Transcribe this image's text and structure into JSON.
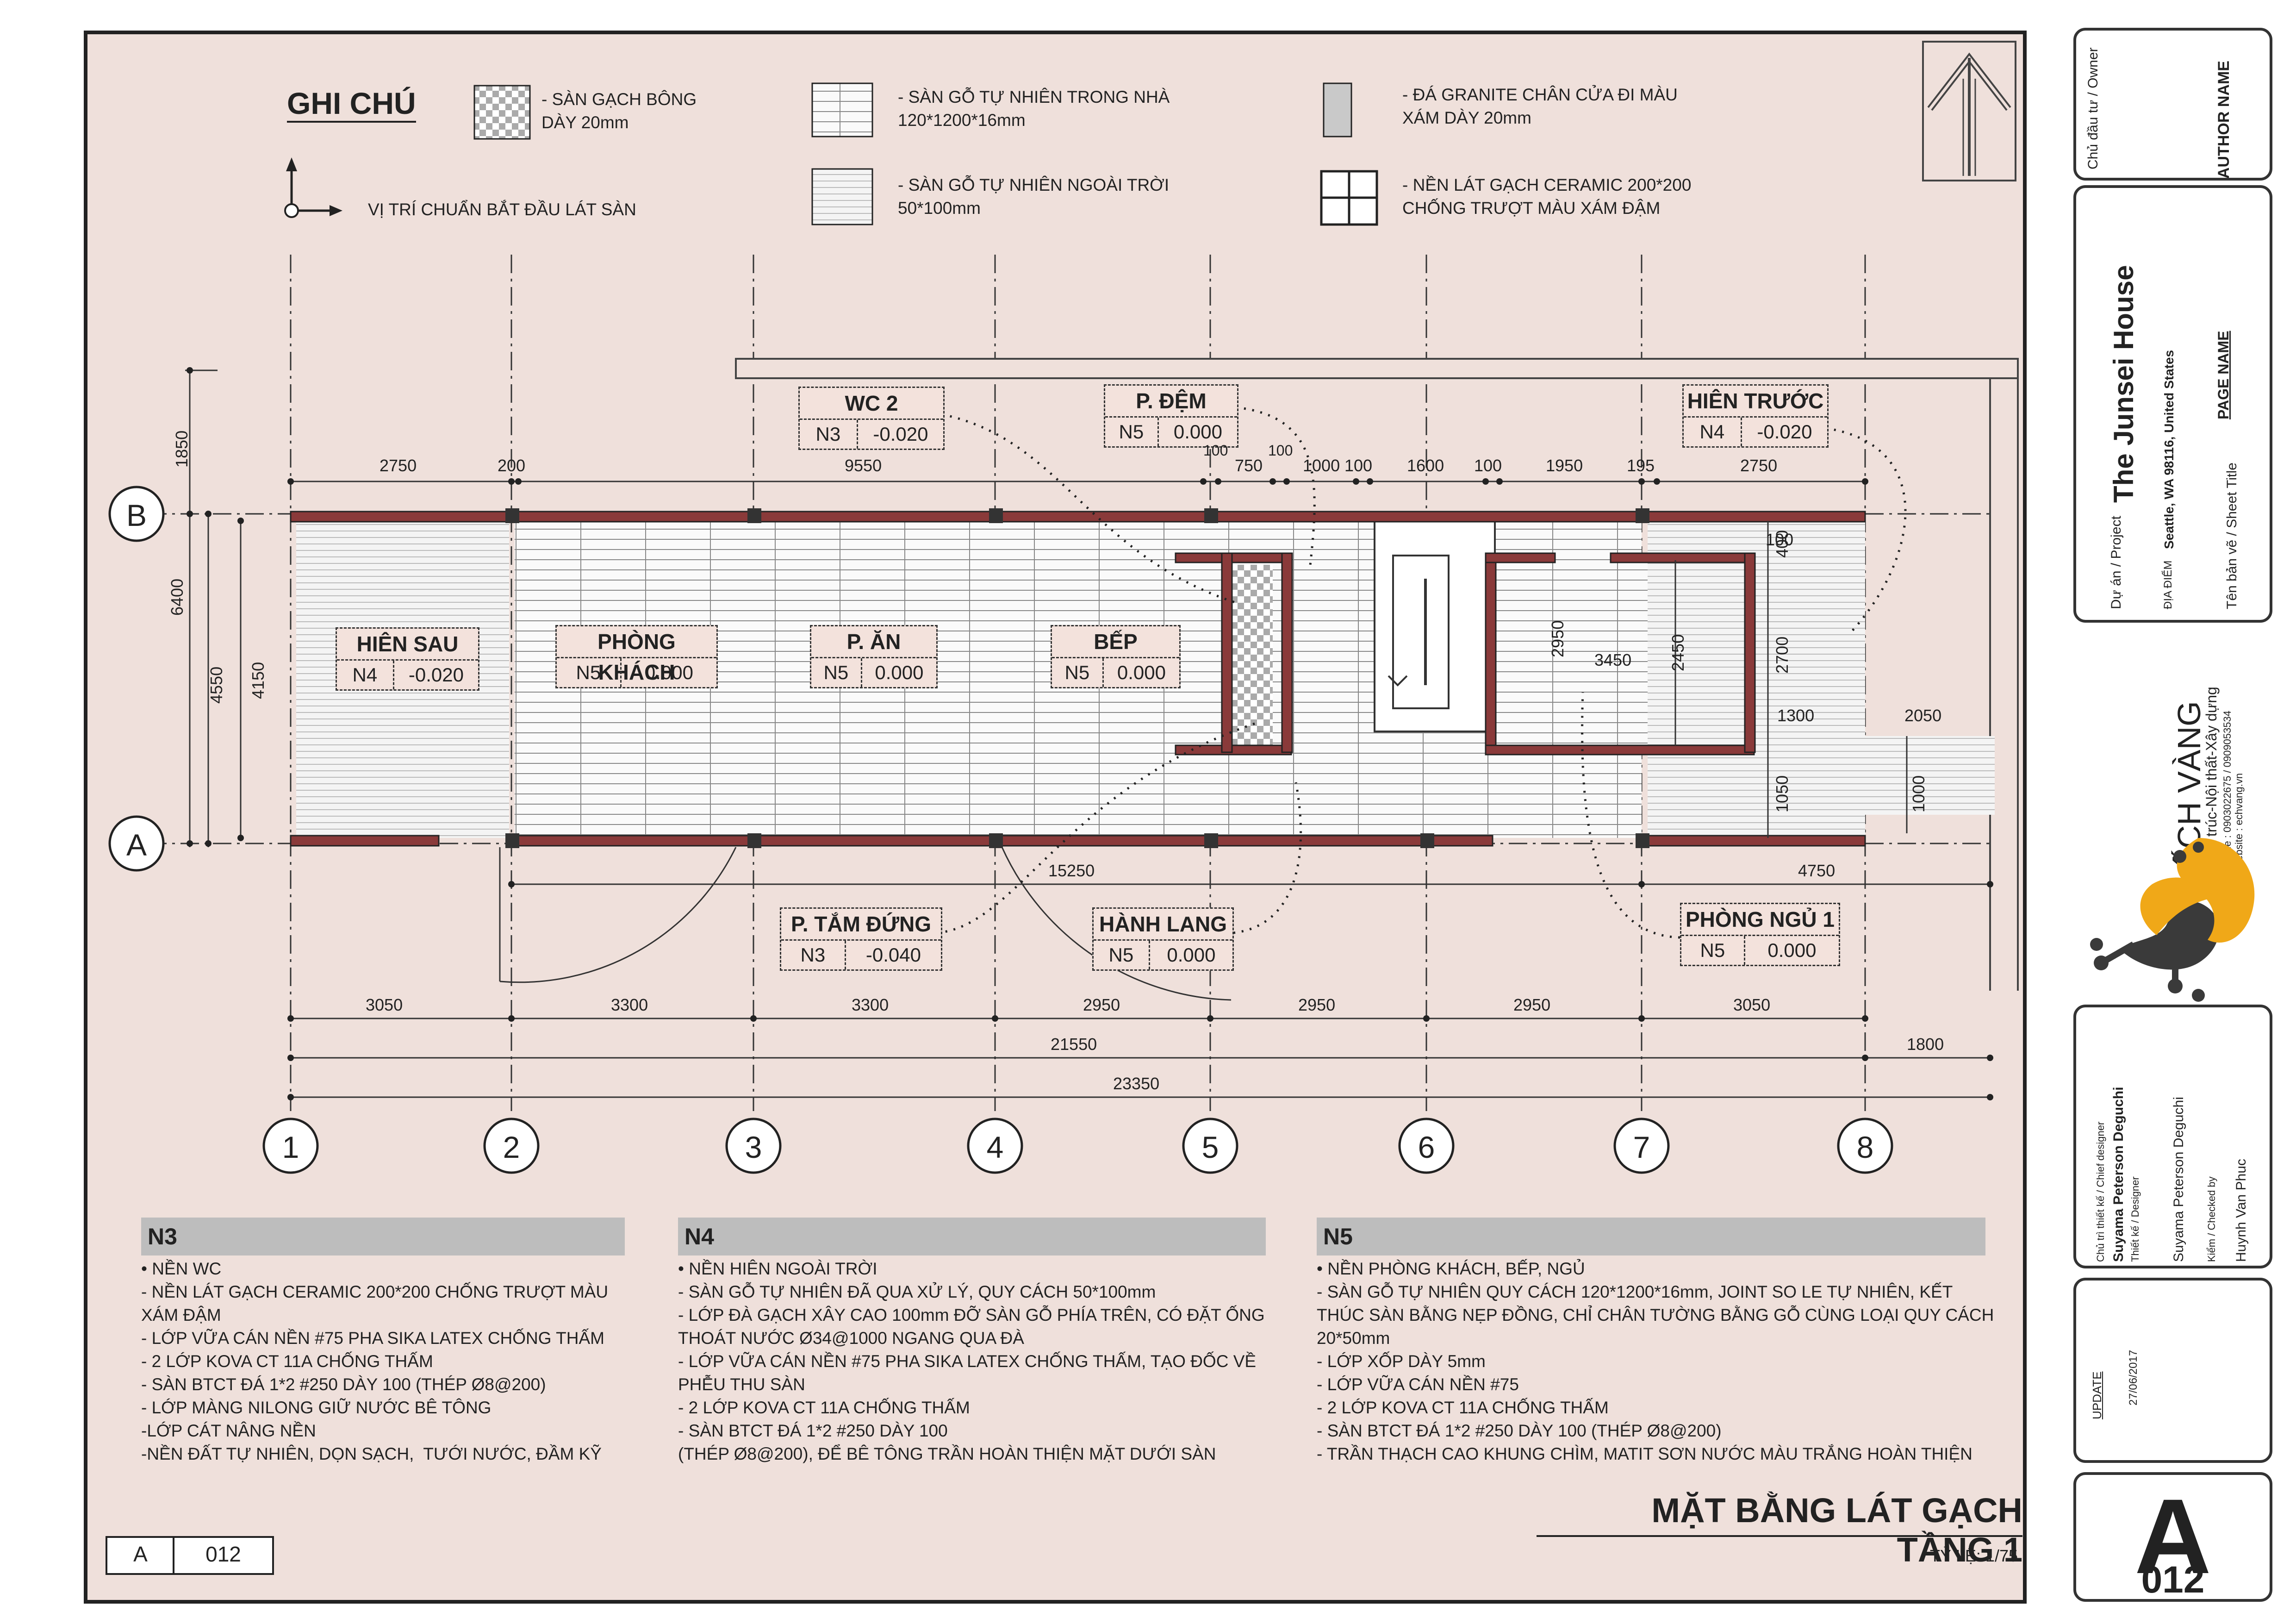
{
  "legend": {
    "heading": "GHI CHÚ",
    "items": [
      {
        "key": "tile_pattern",
        "line1": "- SÀN GẠCH BÔNG",
        "line2": "DÀY 20mm"
      },
      {
        "key": "wood_indoor",
        "line1": "- SÀN GỖ TỰ NHIÊN TRONG NHÀ",
        "line2": "120*1200*16mm"
      },
      {
        "key": "granite",
        "line1": "- ĐÁ GRANITE CHÂN CỬA ĐI MÀU",
        "line2": "XÁM DÀY 20mm"
      },
      {
        "key": "wood_outdoor",
        "line1": "- SÀN GỖ TỰ NHIÊN NGOÀI TRỜI",
        "line2": "50*100mm"
      },
      {
        "key": "ceramic",
        "line1": "- NỀN LÁT GẠCH CERAMIC 200*200",
        "line2": "CHỐNG TRƯỢT MÀU XÁM ĐẬM"
      }
    ],
    "origin_note": "VỊ TRÍ CHUẨN BẮT ĐẦU LÁT SÀN"
  },
  "rooms": [
    {
      "id": "wc2",
      "name": "WC 2",
      "code": "N3",
      "level": "-0.020"
    },
    {
      "id": "pdem",
      "name": "P. ĐỆM",
      "code": "N5",
      "level": "0.000"
    },
    {
      "id": "hientruoc",
      "name": "HIÊN TRƯỚC",
      "code": "N4",
      "level": "-0.020"
    },
    {
      "id": "hiensau",
      "name": "HIÊN SAU",
      "code": "N4",
      "level": "-0.020"
    },
    {
      "id": "phongkhach",
      "name": "PHÒNG KHÁCH",
      "code": "N5",
      "level": "0.000"
    },
    {
      "id": "pan",
      "name": "P. ĂN",
      "code": "N5",
      "level": "0.000"
    },
    {
      "id": "bep",
      "name": "BẾP",
      "code": "N5",
      "level": "0.000"
    },
    {
      "id": "ptamdung",
      "name": "P. TẮM ĐỨNG",
      "code": "N3",
      "level": "-0.040"
    },
    {
      "id": "hanhlang",
      "name": "HÀNH LANG",
      "code": "N5",
      "level": "0.000"
    },
    {
      "id": "phongngu1",
      "name": "PHÒNG NGỦ 1",
      "code": "N5",
      "level": "0.000"
    }
  ],
  "grid": {
    "columns": [
      "1",
      "2",
      "3",
      "4",
      "5",
      "6",
      "7",
      "8"
    ],
    "rows": [
      "B",
      "A"
    ]
  },
  "dims": {
    "top": [
      "2750",
      "200",
      "9550",
      "100",
      "750",
      "100",
      "1000",
      "100",
      "1600",
      "100",
      "1950",
      "195",
      "2750",
      "100"
    ],
    "left": [
      "1850",
      "6400",
      "4550",
      "4150"
    ],
    "bottom_spans": [
      "3050",
      "3300",
      "3300",
      "2950",
      "2950",
      "2950",
      "3050"
    ],
    "total1": "21550",
    "total2": "23350",
    "right_extra": "1800",
    "inner": [
      "15250",
      "4750",
      "2050",
      "1300",
      "1000",
      "1050",
      "2700",
      "400",
      "2950",
      "3450",
      "2450"
    ]
  },
  "notes": [
    {
      "code": "N3",
      "lines": [
        "• NỀN WC",
        "- NỀN LÁT GẠCH CERAMIC 200*200 CHỐNG TRƯỢT MÀU",
        "XÁM ĐẬM",
        "- LỚP VỮA CÁN NỀN #75 PHA SIKA LATEX CHỐNG THẤM",
        "- 2 LỚP KOVA CT 11A CHỐNG THẤM",
        "- SÀN BTCT ĐÁ 1*2 #250 DÀY 100 (THÉP Ø8@200)",
        "- LỚP MÀNG NILONG GIỮ NƯỚC BÊ TÔNG",
        "-LỚP CÁT NÂNG NỀN",
        "-NỀN ĐẤT TỰ NHIÊN, DỌN SẠCH,  TƯỚI NƯỚC, ĐẦM KỸ"
      ]
    },
    {
      "code": "N4",
      "lines": [
        "• NỀN HIÊN NGOÀI TRỜI",
        "- SÀN GỖ TỰ NHIÊN ĐÃ QUA XỬ LÝ, QUY CÁCH 50*100mm",
        "- LỚP ĐÀ GẠCH XÂY CAO 100mm ĐỠ SÀN GỖ PHÍA TRÊN, CÓ ĐẶT ỐNG",
        "THOÁT NƯỚC Ø34@1000 NGANG QUA ĐÀ",
        "- LỚP VỮA CÁN NỀN #75 PHA SIKA LATEX CHỐNG THẤM, TẠO ĐỐC VỀ",
        "PHỄU THU SÀN",
        "- 2 LỚP KOVA CT 11A CHỐNG THẤM",
        "- SÀN BTCT ĐÁ 1*2 #250 DÀY 100",
        "(THÉP Ø8@200), ĐỂ BÊ TÔNG TRẦN HOÀN THIỆN MẶT DƯỚI SÀN"
      ]
    },
    {
      "code": "N5",
      "lines": [
        "• NỀN PHÒNG KHÁCH, BẾP, NGỦ",
        "- SÀN GỖ TỰ NHIÊN QUY CÁCH 120*1200*16mm, JOINT SO LE TỰ NHIÊN, KẾT",
        "THÚC SÀN BẰNG NẸP ĐỒNG, CHỈ CHÂN TƯỜNG BẰNG GỖ CÙNG LOẠI QUY CÁCH",
        "20*50mm",
        "- LỚP XỐP DÀY 5mm",
        "- LỚP VỮA CÁN NỀN #75",
        "- 2 LỚP KOVA CT 11A CHỐNG THẤM",
        "- SÀN BTCT ĐÁ 1*2 #250 DÀY 100 (THÉP Ø8@200)",
        "- TRẦN THẠCH CAO KHUNG CHÌM, MATIT SƠN NƯỚC MÀU TRẮNG HOÀN THIỆN"
      ]
    }
  ],
  "drawing": {
    "title": "MẶT BẰNG LÁT GẠCH TẦNG 1",
    "scale": "TỶ LỆ: 1/75",
    "ref_letter": "A",
    "ref_number": "012"
  },
  "title_block": {
    "owner_label": "Chủ đầu tư / Owner",
    "owner_value": "AUTHOR NAME",
    "project_label": "Dự án / Project",
    "project_value": "The Junsei House",
    "location_label": "ĐỊA ĐIỂM",
    "location_value": "Seattle, WA 98116, United States",
    "sheet_title_label": "Tên bản vẽ / Sheet Title",
    "sheet_title_value": "PAGE NAME",
    "company_name": "ẾCH VÀNG",
    "company_tagline": "Kiến trúc-Nội thất-Xây dựng",
    "company_phone": "Phone : 0903022675 / 0909053534",
    "company_web": "Website : echvang.vn",
    "chief_label": "Chủ trì thiết kế / Chief designer",
    "chief_value": "Suyama Peterson Deguchi",
    "designer_label": "Thiết kế / Designer",
    "designer_value": "Suyama Peterson Deguchi",
    "checker_label": "Kiểm / Checked by",
    "checker_value": "Huynh Van Phuc",
    "update_label": "UPDATE",
    "update_date": "27/06/2017",
    "sheet_letter": "A",
    "sheet_number": "012"
  },
  "colors": {
    "paper": "#efe0db",
    "wall": "#8a3a3a",
    "frog_yellow": "#f0a818",
    "frog_dark": "#3a3a3a"
  }
}
